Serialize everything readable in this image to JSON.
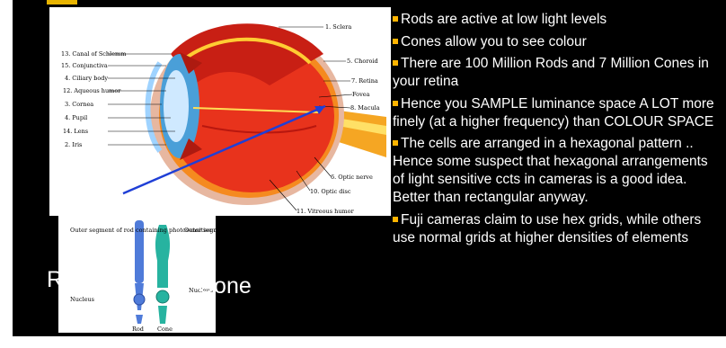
{
  "bullets": [
    "Rods are active at low light levels",
    "Cones allow you to see colour",
    "There are 100 Million Rods and 7 Million Cones in your retina",
    "Hence you SAMPLE luminance space A LOT more finely (at a higher frequency) than COLOUR SPACE",
    "The cells are arranged in a hexagonal pattern .. Hence some suspect that hexagonal arrangements of light sensitive ccts in cameras is a good idea. Better than rectangular anyway.",
    "Fuji cameras claim to use hex grids, while others use normal grids at higher densities of elements"
  ],
  "labels": {
    "retina": "Retina",
    "rod": "Rod",
    "cone": "Cone"
  },
  "eye_labels_left": [
    "13. Canal of Schlemm",
    "15. Conjunctiva",
    "4. Ciliary body",
    "12. Aqueous humor",
    "3. Cornea",
    "4. Pupil",
    "14. Lens",
    "2. Iris"
  ],
  "eye_labels_right": [
    "1. Sclera",
    "5. Choroid",
    "7. Retina",
    "Fovea",
    "8. Macula",
    "6. Optic nerve",
    "10. Optic disc",
    "11. Vitreous humor"
  ],
  "cell_labels": {
    "rod_segment": "Outer segment of rod containing photosensitive chemicals",
    "cone_segment": "Outer segment of cone containing photosensitive chemicals",
    "nucleus_left": "Nucleus",
    "nucleus_right": "Nucleus",
    "rod_caption": "Rod",
    "cone_caption": "Cone"
  },
  "colors": {
    "background": "#000000",
    "text": "#ffffff",
    "bullet": "#ffb400",
    "pointer_line": "#1f3fd6",
    "eye_red": "#e8331c",
    "eye_orange": "#f58a1f",
    "rod_blue": "#4f7bd9",
    "cone_teal": "#27b3a0"
  }
}
